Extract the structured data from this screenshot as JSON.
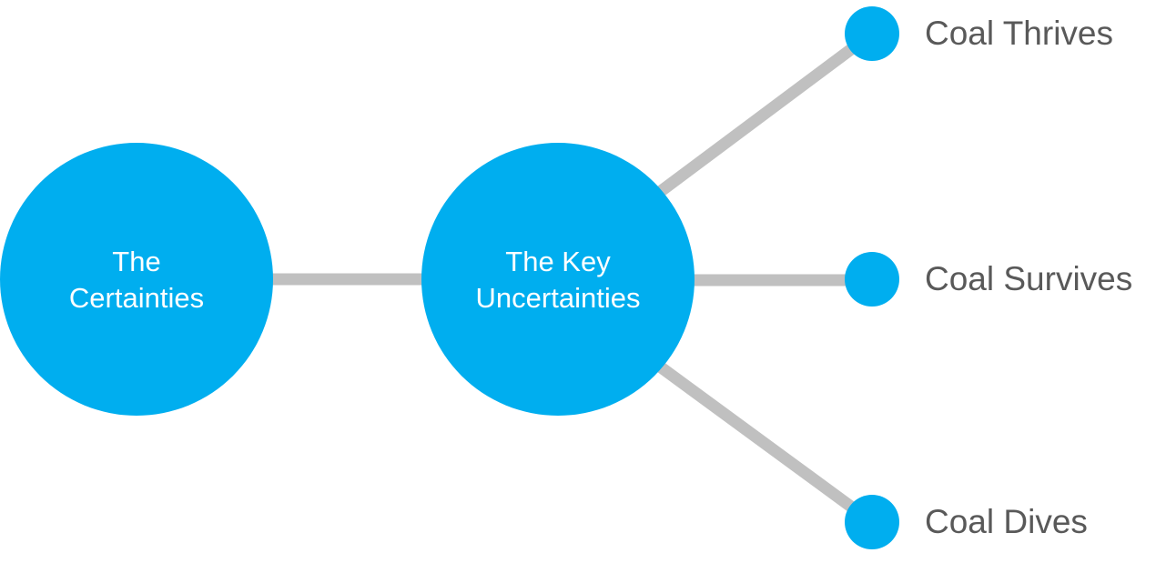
{
  "colors": {
    "node": "#00aeef",
    "connector": "#c0c0c0",
    "node_text": "#ffffff",
    "outcome_text": "#595959",
    "background": "#ffffff"
  },
  "nodes": {
    "certainties": {
      "line1": "The",
      "line2": "Certainties"
    },
    "uncertainties": {
      "line1": "The Key",
      "line2": "Uncertainties"
    }
  },
  "outcomes": [
    {
      "label": "Coal Thrives"
    },
    {
      "label": "Coal Survives"
    },
    {
      "label": "Coal Dives"
    }
  ]
}
